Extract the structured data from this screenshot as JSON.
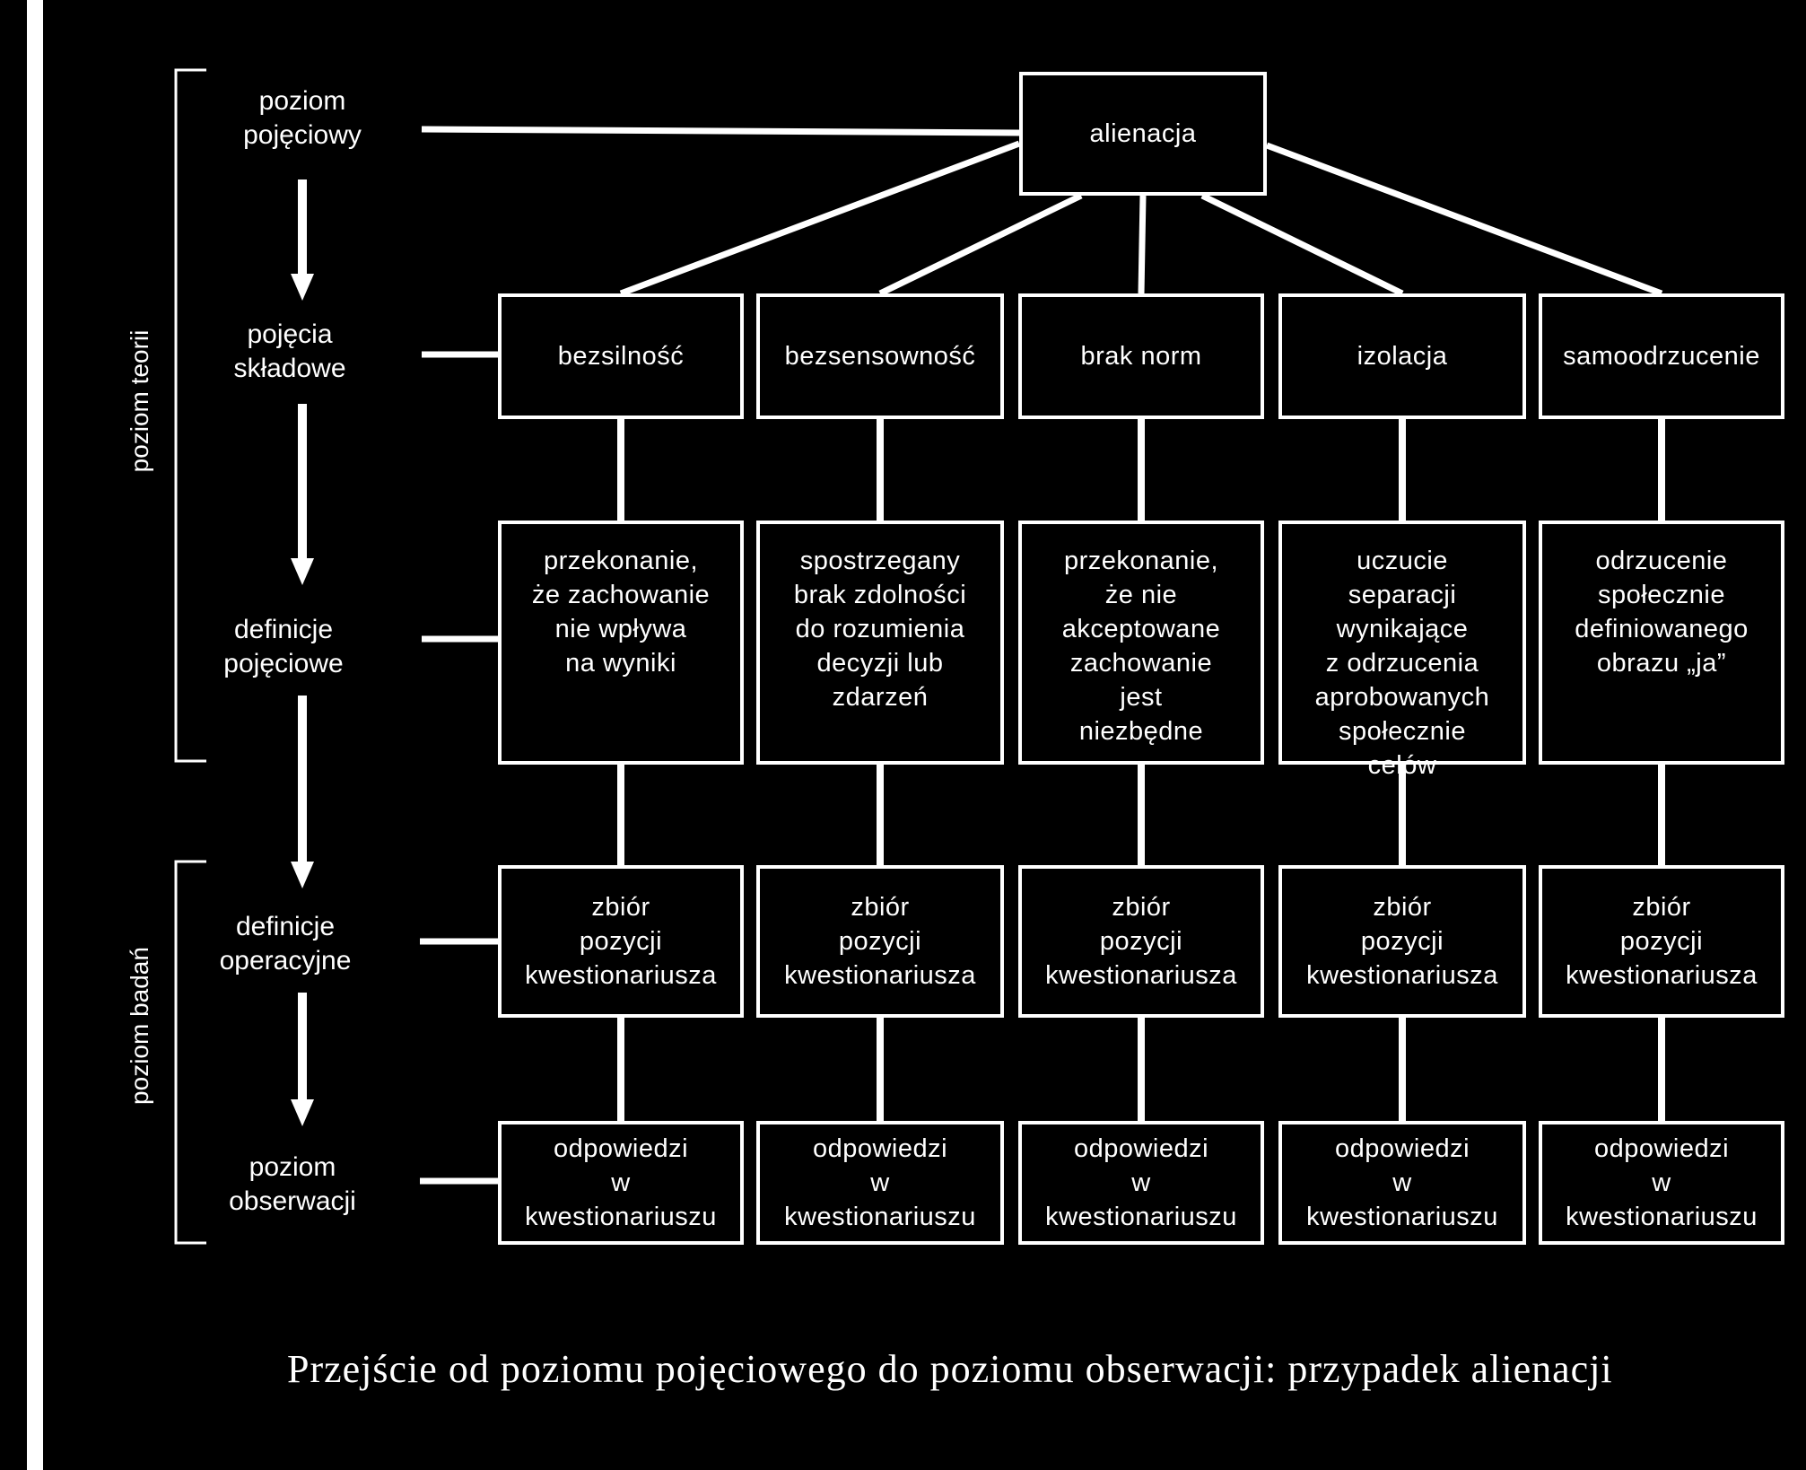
{
  "root": {
    "label": "alienacja"
  },
  "levels": [
    {
      "id": "poziom-pojeciowy",
      "label": "poziom\npojęciowy"
    },
    {
      "id": "pojecia-skladowe",
      "label": "pojęcia\nskładowe"
    },
    {
      "id": "definicje-pojeciowe",
      "label": "definicje\npojęciowe"
    },
    {
      "id": "definicje-operacyjne",
      "label": "definicje\noperacyjne"
    },
    {
      "id": "poziom-obserwacji",
      "label": "poziom\nobserwacji"
    }
  ],
  "groups": {
    "theory": "poziom teorii",
    "research": "poziom badań"
  },
  "columns": [
    {
      "concept": "bezsilność",
      "definition": "przekonanie,\nże zachowanie\nnie wpływa\nna wyniki",
      "operational": "zbiór\npozycji\nkwestionariusza",
      "observation": "odpowiedzi\nw\nkwestionariuszu"
    },
    {
      "concept": "bezsensowność",
      "definition": "spostrzegany\nbrak zdolności\ndo rozumienia\ndecyzji lub\nzdarzeń",
      "operational": "zbiór\npozycji\nkwestionariusza",
      "observation": "odpowiedzi\nw\nkwestionariuszu"
    },
    {
      "concept": "brak norm",
      "definition": "przekonanie,\nże nie\nakceptowane\nzachowanie\njest\nniezbędne",
      "operational": "zbiór\npozycji\nkwestionariusza",
      "observation": "odpowiedzi\nw\nkwestionariuszu"
    },
    {
      "concept": "izolacja",
      "definition": "uczucie\nseparacji\nwynikające\nz odrzucenia\naprobowanych\nspołecznie\ncelów",
      "operational": "zbiór\npozycji\nkwestionariusza",
      "observation": "odpowiedzi\nw\nkwestionariuszu"
    },
    {
      "concept": "samoodrzucenie",
      "definition": "odrzucenie\nspołecznie\ndefiniowanego\nobrazu „ja”",
      "operational": "zbiór\npozycji\nkwestionariusza",
      "observation": "odpowiedzi\nw\nkwestionariuszu"
    }
  ],
  "caption": "Przejście od poziomu pojęciowego do poziomu obserwacji: przypadek alienacji"
}
